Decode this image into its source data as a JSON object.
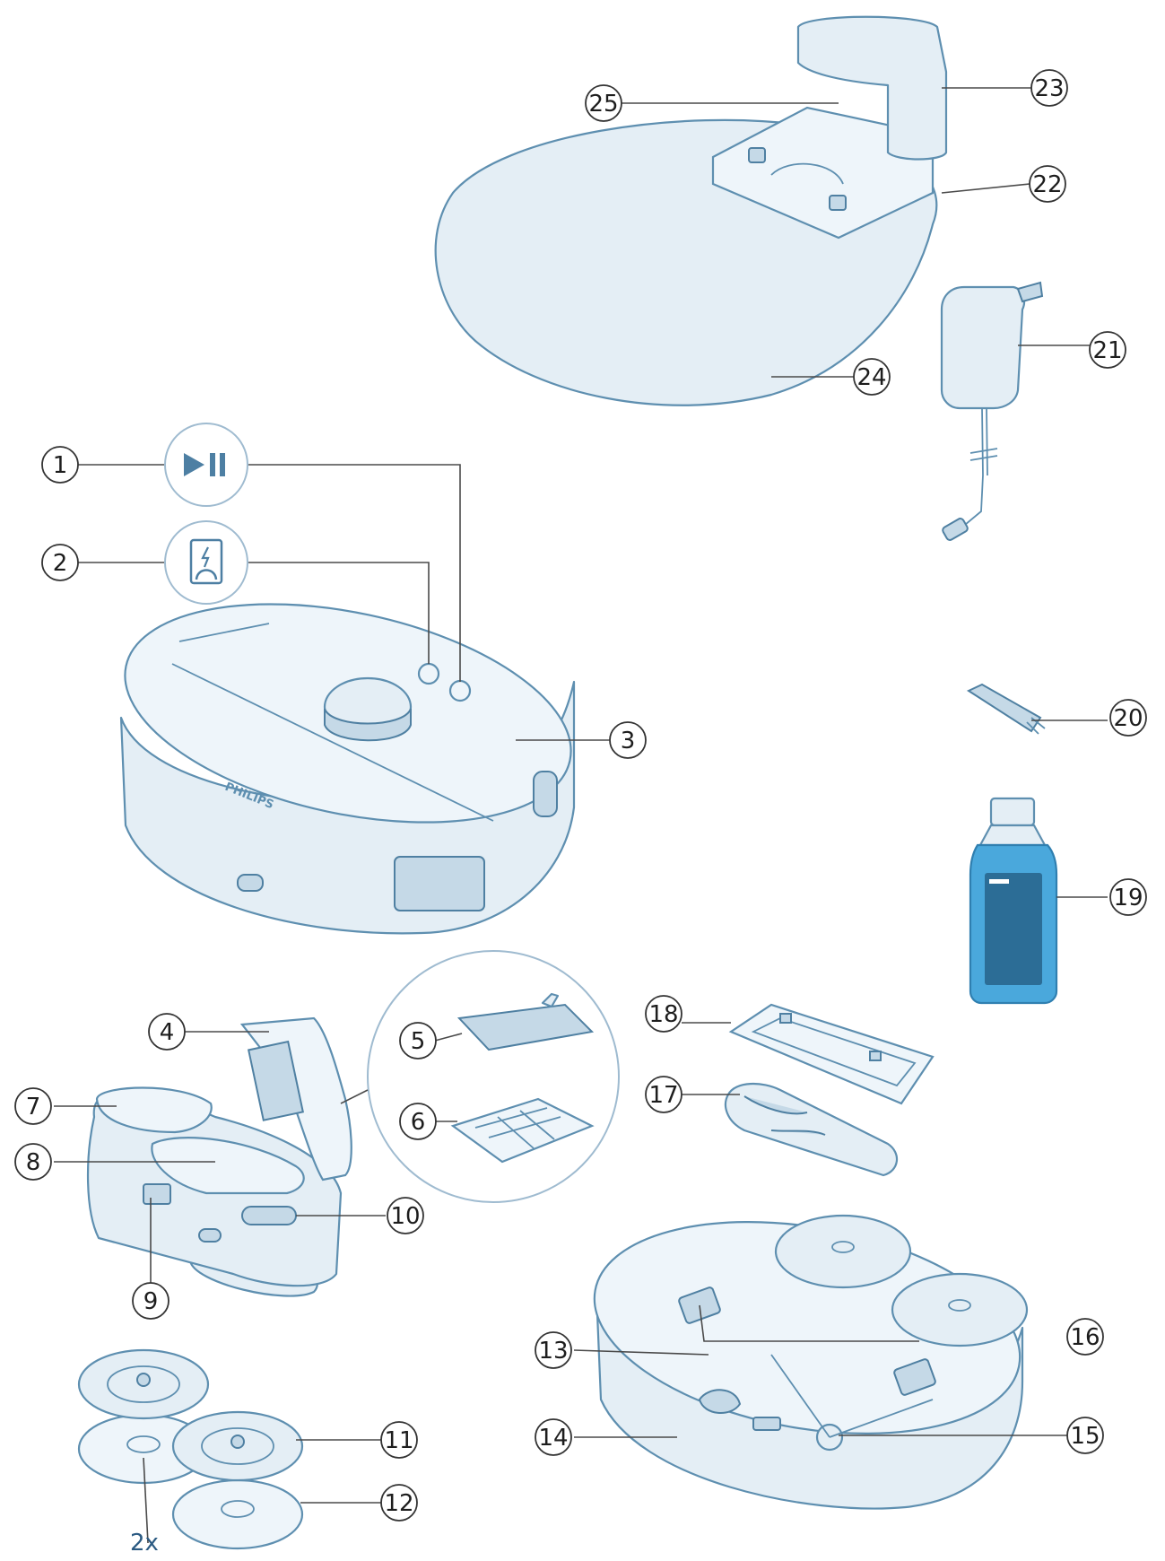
{
  "callouts": [
    "1",
    "2",
    "3",
    "4",
    "5",
    "6",
    "7",
    "8",
    "9",
    "10",
    "11",
    "12",
    "13",
    "14",
    "15",
    "16",
    "17",
    "18",
    "19",
    "20",
    "21",
    "22",
    "23",
    "24",
    "25"
  ],
  "quantity_label": "2x",
  "brand_text": "PHILIPS",
  "icons": [
    "play-pause-icon",
    "charge-dock-icon"
  ],
  "colors": {
    "line": "#5e8fb0",
    "fill": "#e4eef5",
    "liquid": "#4aa8dc",
    "label_blue": "#2b5a82"
  }
}
